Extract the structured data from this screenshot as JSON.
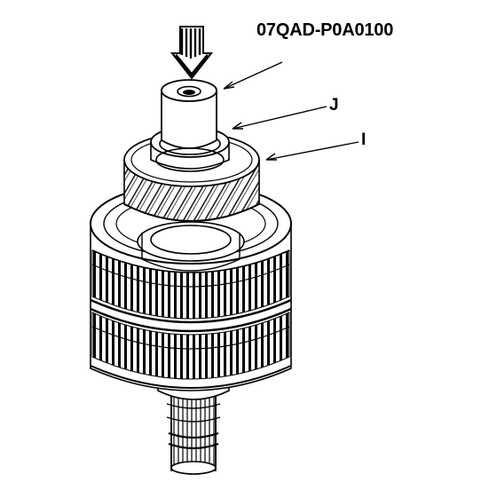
{
  "labels": {
    "tool": "07QAD-P0A0100",
    "j": "J",
    "i": "I"
  },
  "colors": {
    "ink": "#000000",
    "paper": "#ffffff"
  },
  "icons": {
    "press_arrow": "down-arrow-icon"
  }
}
